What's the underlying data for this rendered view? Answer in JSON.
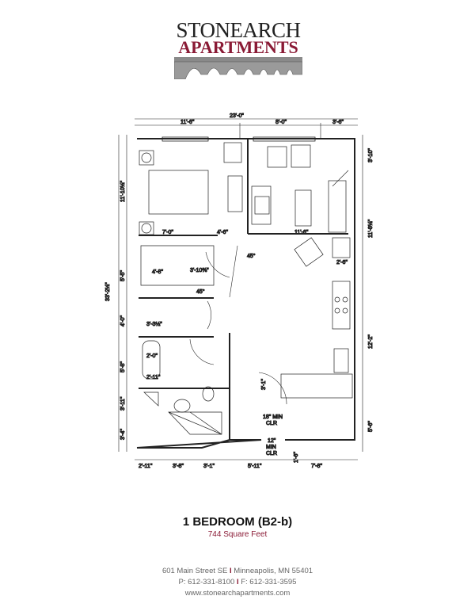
{
  "logo": {
    "line1": "STONEARCH",
    "line2": "APARTMENTS",
    "brand_color": "#8a1a35"
  },
  "plan_labels": {
    "overall_width": "23'-0\"",
    "top_1": "11'-6\"",
    "top_2": "8'-0\"",
    "top_3": "3'-6\"",
    "right_1": "3'-10\"",
    "right_2": "11'-8½\"",
    "right_3": "12'-2\"",
    "right_4": "5'-6\"",
    "left_1": "11'-10½\"",
    "left_2": "5'-5\"",
    "left_3": "4'-0\"",
    "left_4": "5'-8\"",
    "left_5": "3'-11\"",
    "left_6": "3'-4\"",
    "overall_height": "33'-2½\"",
    "bed_1": "7'-0\"",
    "bed_2": "4'-6\"",
    "living": "11'-6\"",
    "kitchen_1": "2'-6\"",
    "closet_1": "4'-8\"",
    "closet_door": "3'-10⅝\"",
    "angle_1": "45°",
    "angle_2": "45°",
    "closet_2": "3'-3½\"",
    "tub_1": "2'-0\"",
    "tub_2": "2'-11\"",
    "island": "3'-1\"",
    "clr_1": "18\" MIN",
    "clr_1b": "CLR",
    "clr_2": "12\"",
    "clr_2b": "MIN",
    "clr_2c": "CLR",
    "small": "1'-6\"",
    "bottom_1": "2'-11\"",
    "bottom_2": "3'-8\"",
    "bottom_3": "3'-1\"",
    "bottom_4": "5'-11\"",
    "bottom_5": "7'-8\""
  },
  "unit": {
    "title": "1 BEDROOM (B2-b)",
    "area": "744 Square Feet"
  },
  "contact": {
    "street": "601 Main Street SE",
    "city": "Minneapolis, MN 55401",
    "phone": "P: 612-331-8100",
    "fax": "F: 612-331-3595",
    "website": "www.stonearchapartments.com",
    "separator": "I"
  }
}
